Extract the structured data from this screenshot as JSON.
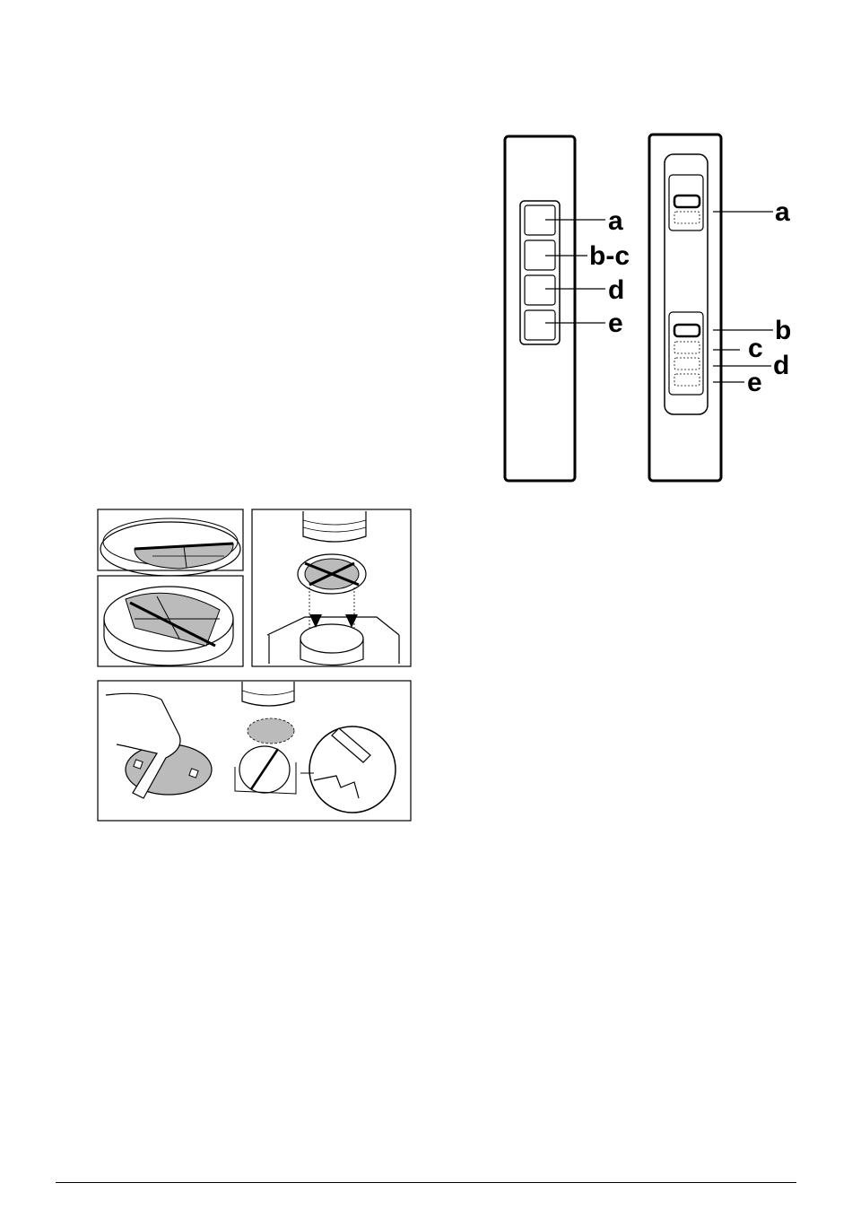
{
  "left_panel": {
    "labels": [
      "a",
      "b-c",
      "d",
      "e"
    ]
  },
  "right_panel": {
    "labels": [
      "a",
      "b",
      "c",
      "d",
      "e"
    ]
  },
  "figures": {
    "filter_ring_top": "filter-ring-top",
    "filter_ring_bottom": "filter-ring-bottom",
    "filter_mount": "filter-mount",
    "filter_lock": "filter-lock"
  }
}
